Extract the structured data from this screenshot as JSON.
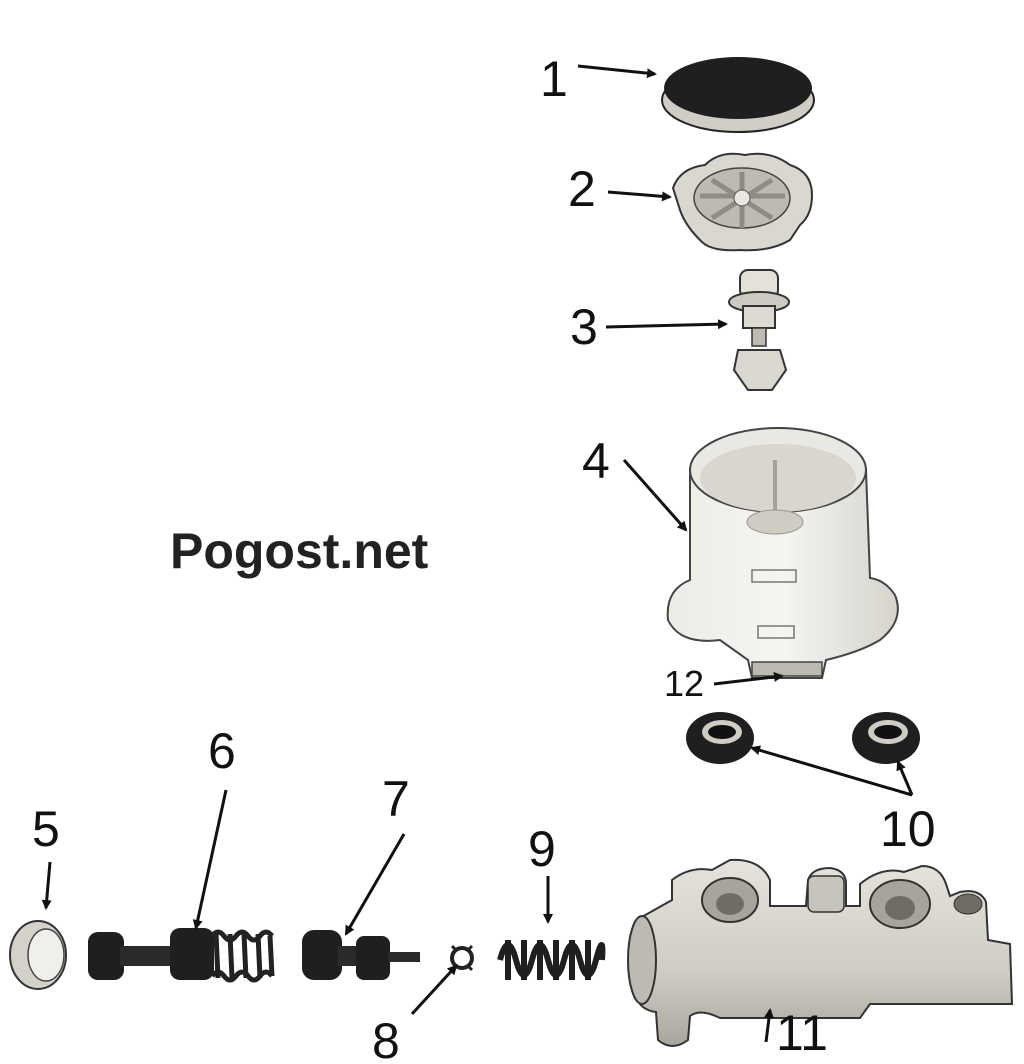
{
  "watermark": "Pogost.net",
  "callouts": {
    "c1": "1",
    "c2": "2",
    "c3": "3",
    "c4": "4",
    "c5": "5",
    "c6": "6",
    "c7": "7",
    "c8": "8",
    "c9": "9",
    "c10": "10",
    "c11": "11",
    "c12": "12"
  },
  "colors": {
    "ink": "#111111",
    "part_light": "#dcdad3",
    "part_mid": "#b9b6ad",
    "part_dark": "#2a2a2a"
  },
  "icons": [
    "reservoir-cap-icon",
    "cap-diaphragm-icon",
    "reservoir-valve-icon",
    "fluid-reservoir-icon",
    "end-seal-ring-icon",
    "primary-piston-icon",
    "secondary-piston-icon",
    "lock-washer-icon",
    "return-spring-icon",
    "cylinder-body-icon",
    "grommet-icon"
  ]
}
